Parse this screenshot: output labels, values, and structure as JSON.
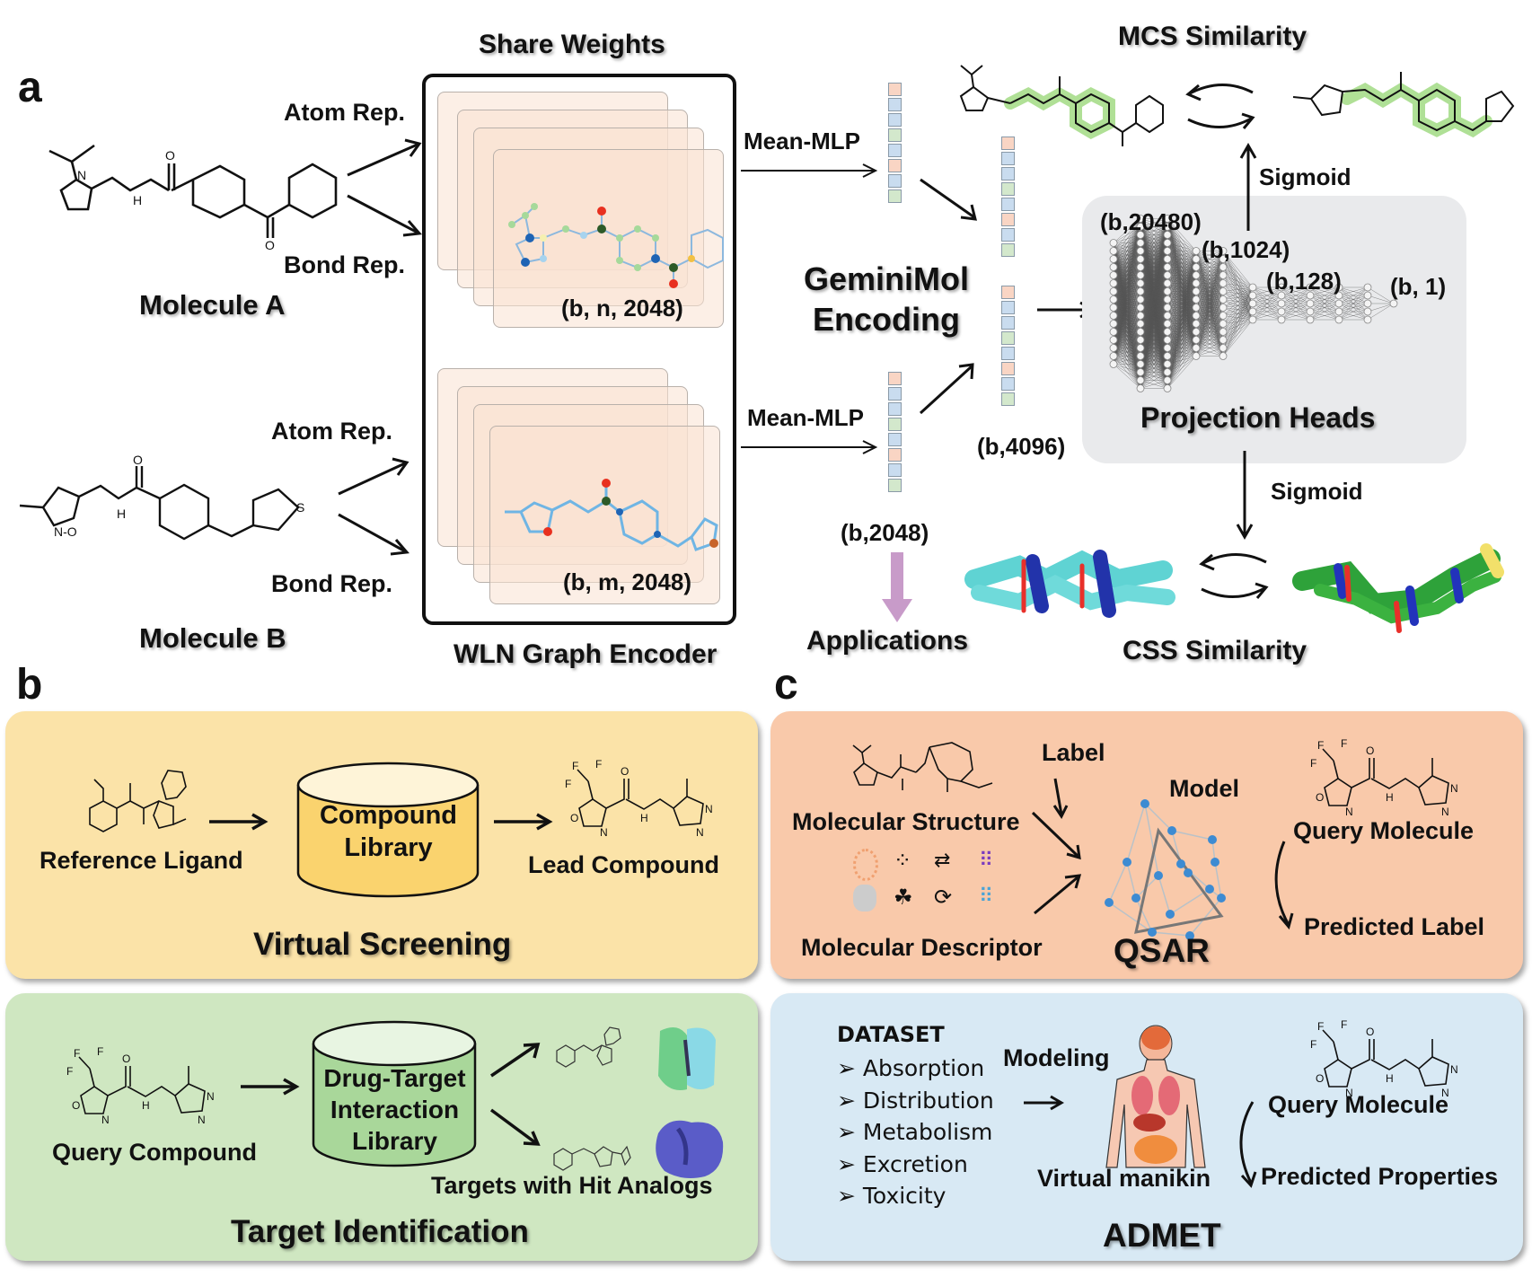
{
  "panel_a": {
    "letter": "a",
    "share_weights": "Share Weights",
    "encoder_title": "WLN Graph Encoder",
    "molecule_a": {
      "label": "Molecule A",
      "atom_rep": "Atom Rep.",
      "bond_rep": "Bond Rep.",
      "tensor": "(b, n, 2048)"
    },
    "molecule_b": {
      "label": "Molecule B",
      "atom_rep": "Atom Rep.",
      "bond_rep": "Bond Rep.",
      "tensor": "(b, m, 2048)"
    },
    "mean_mlp_top": "Mean-MLP",
    "mean_mlp_bottom": "Mean-MLP",
    "encoding_line1": "GeminiMol",
    "encoding_line2": "Encoding",
    "dim_2048": "(b,2048)",
    "dim_4096": "(b,4096)",
    "applications": "Applications",
    "projection": {
      "title": "Projection Heads",
      "layers": [
        "(b,20480)",
        "(b,1024)",
        "(b,128)",
        "(b, 1)"
      ]
    },
    "sigmoid_top": "Sigmoid",
    "sigmoid_bottom": "Sigmoid",
    "mcs_title": "MCS Similarity",
    "css_title": "CSS Similarity",
    "vector_colors": [
      "#f9d5c4",
      "#c9dcef",
      "#c9dcef",
      "#d3e8cc",
      "#c9dcef",
      "#f9d5c4",
      "#c9dcef",
      "#d3e8cc"
    ]
  },
  "panel_b": {
    "letter": "b",
    "virtual_screening": {
      "title": "Virtual Screening",
      "reference": "Reference Ligand",
      "library_line1": "Compound",
      "library_line2": "Library",
      "lead": "Lead Compound",
      "bg": "#fbe3a8"
    },
    "target_identification": {
      "title": "Target Identification",
      "query": "Query Compound",
      "library_line1": "Drug-Target",
      "library_line2": "Interaction",
      "library_line3": "Library",
      "targets": "Targets with Hit Analogs",
      "bg": "#cfe7c1"
    }
  },
  "panel_c": {
    "letter": "c",
    "qsar": {
      "title": "QSAR",
      "label": "Label",
      "model": "Model",
      "structure": "Molecular Structure",
      "descriptor": "Molecular Descriptor",
      "query": "Query Molecule",
      "predicted": "Predicted Label",
      "bg": "#f9c9aa"
    },
    "admet": {
      "title": "ADMET",
      "dataset": "DATASET",
      "items": [
        "Absorption",
        "Distribution",
        "Metabolism",
        "Excretion",
        "Toxicity"
      ],
      "modeling": "Modeling",
      "manikin": "Virtual manikin",
      "query": "Query Molecule",
      "predicted": "Predicted Properties",
      "bg": "#d8e9f4"
    }
  }
}
